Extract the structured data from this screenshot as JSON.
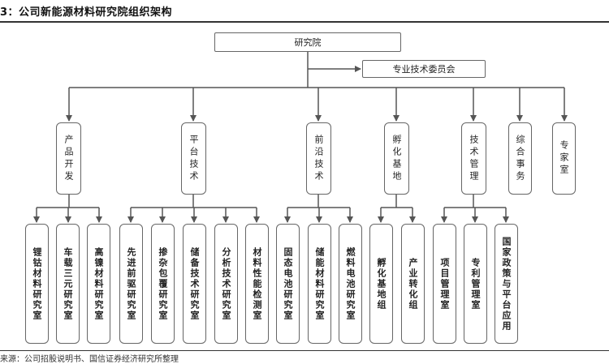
{
  "title": "3：公司新能源材料研究院组织架构",
  "source": "来源：公司招股说明书、国信证券经济研究所整理",
  "root": "研究院",
  "committee": "专业技术委员会",
  "departments": [
    {
      "label": "产品开发",
      "children": [
        "锂钴材料研究室",
        "车载三元研究室",
        "高镍材料研究室"
      ]
    },
    {
      "label": "平台技术",
      "children": [
        "先进前驱研究室",
        "掺杂包覆研究室",
        "储备技术研究室",
        "分析技术研究室",
        "材料性能检测室"
      ]
    },
    {
      "label": "前沿技术",
      "children": [
        "固态电池研究室",
        "储能材料研究室",
        "燃料电池研究室"
      ]
    },
    {
      "label": "孵化基地",
      "children": [
        "孵化基地组",
        "产业转化组"
      ]
    },
    {
      "label": "技术管理",
      "children": [
        "项目管理室",
        "专利管理室",
        "国家政策与平台应用"
      ]
    },
    {
      "label": "综合事务",
      "children": []
    },
    {
      "label": "专家室",
      "children": []
    }
  ]
}
